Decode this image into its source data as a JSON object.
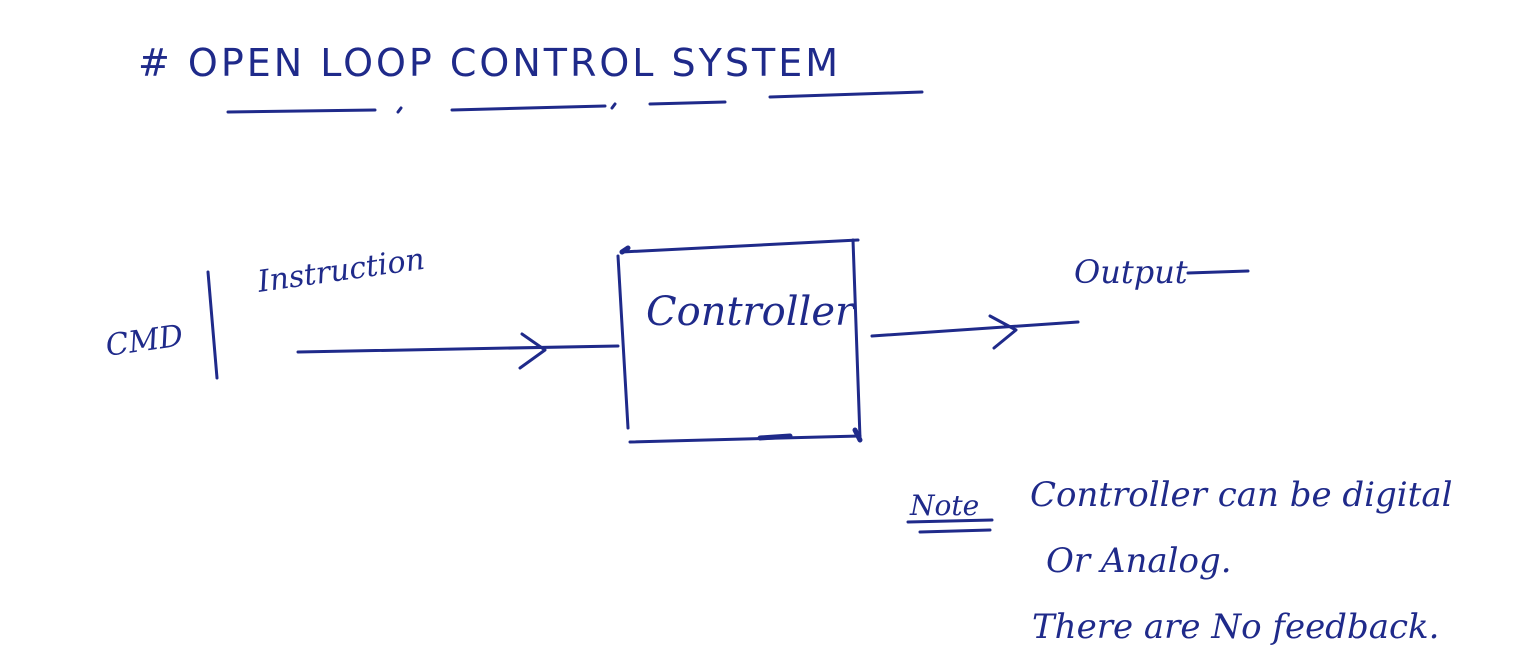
{
  "title": "# OPEN LOOP CONTROL SYSTEM",
  "input": {
    "prefix": "CMD",
    "label": "Instruction"
  },
  "block": {
    "label": "Controller"
  },
  "output": {
    "label": "Output"
  },
  "note": {
    "marker": "Note",
    "lines": [
      "Controller can be digital",
      "Or Analog.",
      "There are No feedback."
    ]
  },
  "colors": {
    "ink": "#1f2a8a",
    "paper": "#ffffff"
  }
}
